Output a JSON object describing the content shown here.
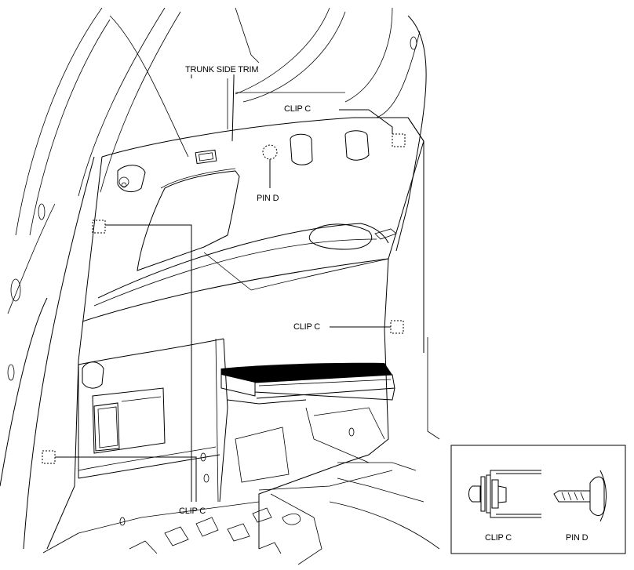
{
  "labels": {
    "trunk_side_trim": "TRUNK SIDE TRIM",
    "clip_c_top": "CLIP C",
    "pin_d": "PIN D",
    "clip_c_mid": "CLIP C",
    "clip_c_bottom": "CLIP C"
  },
  "legend": {
    "clip_label": "CLIP C",
    "pin_label": "PIN D"
  },
  "colors": {
    "ink": "#000000",
    "paper": "#ffffff"
  }
}
